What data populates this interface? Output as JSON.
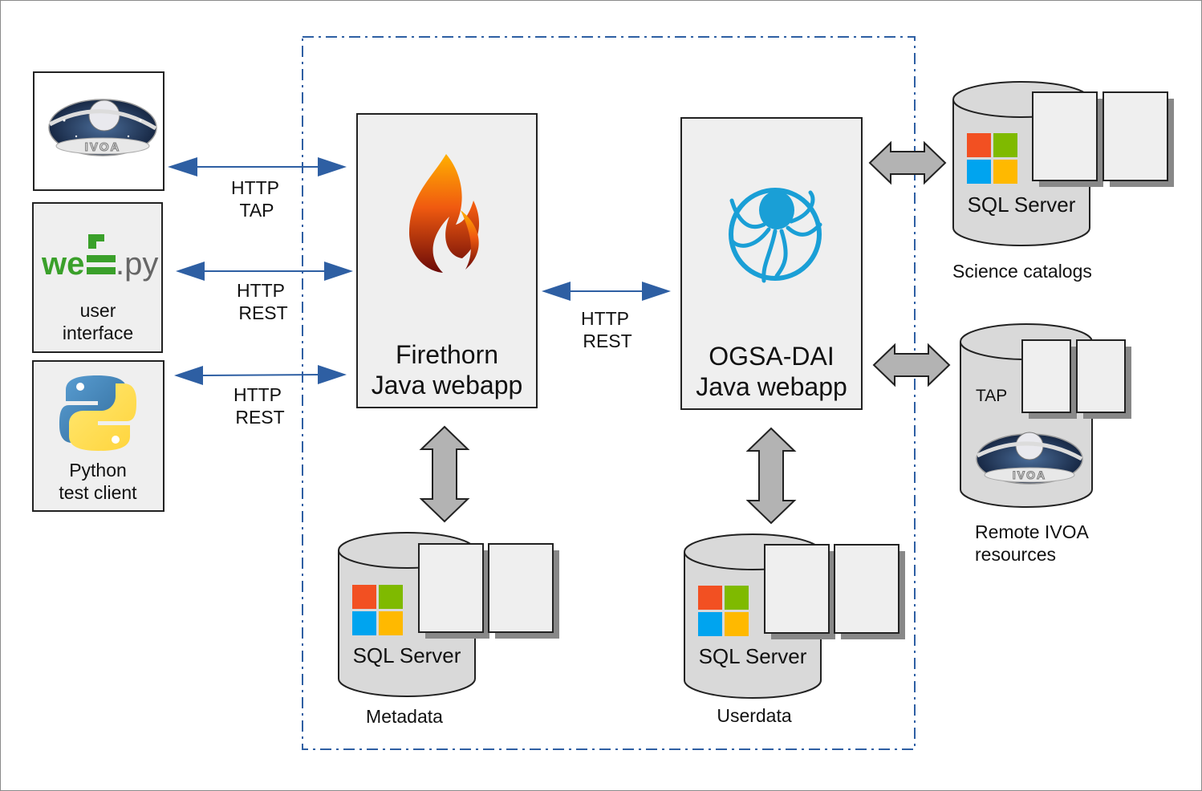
{
  "clients": {
    "ivoa_logo": {
      "text": "IVOA"
    },
    "webpy_logo": {
      "text": "web.py"
    },
    "webpy_caption": [
      "user",
      "interface"
    ],
    "python_caption": [
      "Python",
      "test client"
    ]
  },
  "links": {
    "ivoa_to_firethorn": [
      "HTTP",
      "TAP"
    ],
    "webpy_to_firethorn": [
      "HTTP",
      "REST"
    ],
    "python_to_firethorn": [
      "HTTP",
      "REST"
    ],
    "firethorn_to_ogsadai": [
      "HTTP",
      "REST"
    ]
  },
  "services": {
    "firethorn": [
      "Firethorn",
      "Java webapp"
    ],
    "ogsadai": [
      "OGSA-DAI",
      "Java webapp"
    ]
  },
  "databases": {
    "metadata": {
      "label": "SQL Server",
      "caption": "Metadata"
    },
    "userdata": {
      "label": "SQL Server",
      "caption": "Userdata"
    },
    "science": {
      "label": "SQL Server",
      "caption": "Science catalogs"
    },
    "remote": {
      "label": "TAP",
      "caption": [
        "Remote IVOA",
        "resources"
      ]
    }
  },
  "colors": {
    "link_arrow": "#2e5fa3",
    "service_fill": "#efefef",
    "db_fill": "#d9d9d9",
    "boundary": "#2e5fa3",
    "ms_red": "#f25022",
    "ms_green": "#7fba00",
    "ms_blue": "#00a4ef",
    "ms_yellow": "#ffb900",
    "webpy_green": "#3aa02a",
    "octopus_blue": "#1a9fd6"
  }
}
